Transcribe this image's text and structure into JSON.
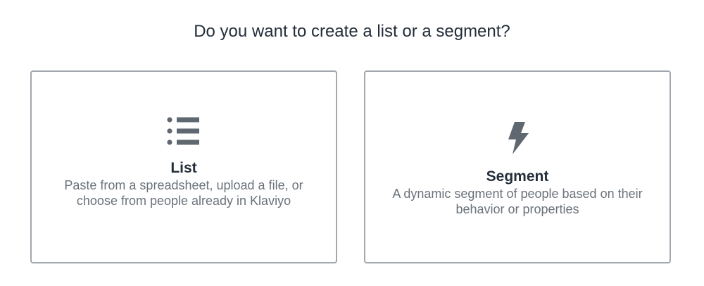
{
  "heading": "Do you want to create a list or a segment?",
  "options": [
    {
      "title": "List",
      "description": "Paste from a spreadsheet, upload a file, or choose from people already in Klaviyo",
      "icon": "list-icon"
    },
    {
      "title": "Segment",
      "description": "A dynamic segment of people based on their behavior or properties",
      "icon": "lightning-bolt-icon"
    }
  ],
  "colors": {
    "text_dark": "#232e3a",
    "text_muted": "#6a727b",
    "icon": "#5f6770",
    "border": "#a3a8ae"
  }
}
